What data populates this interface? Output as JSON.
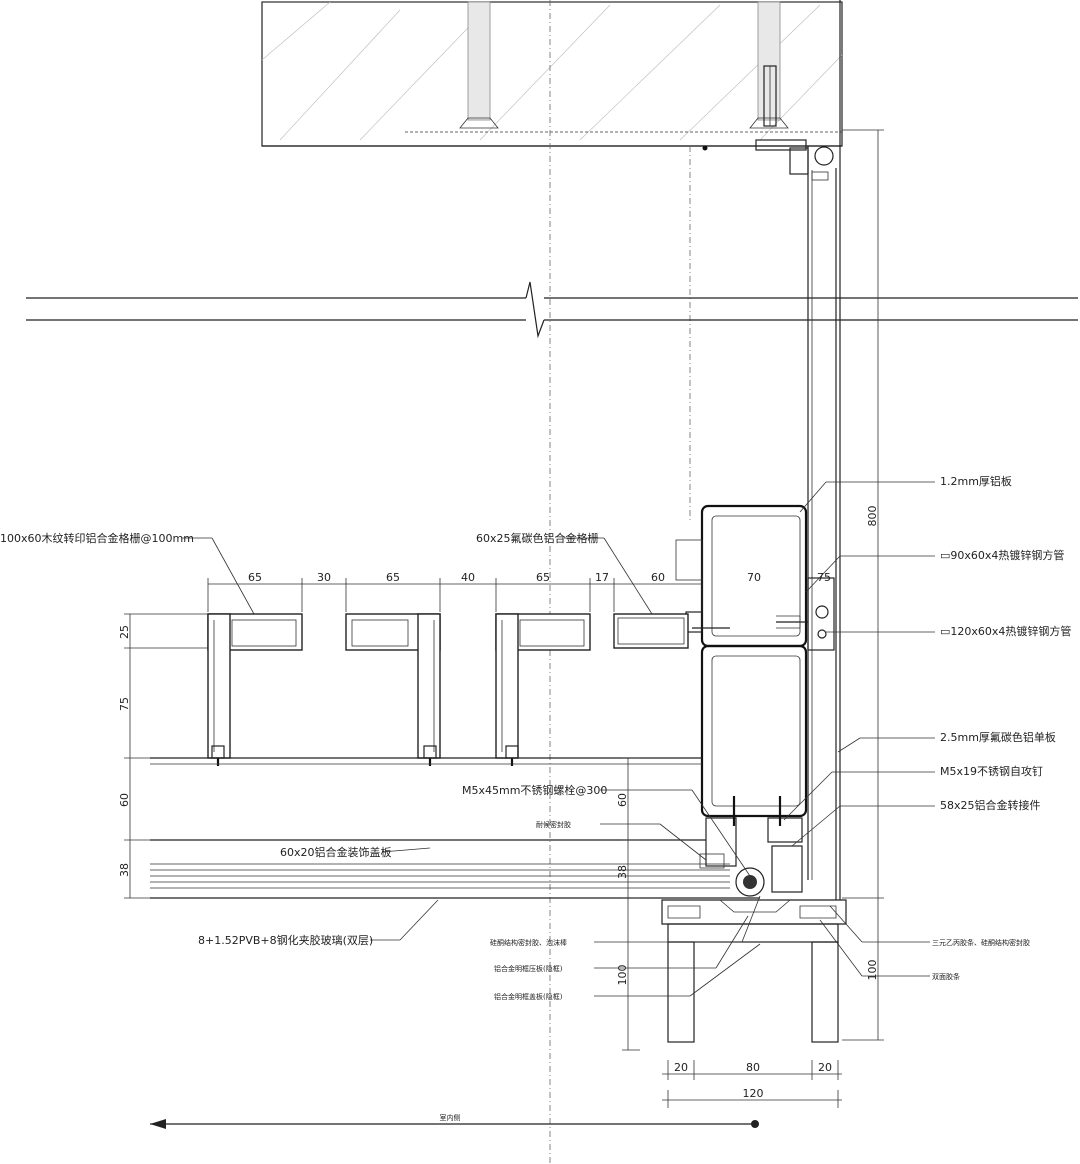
{
  "labels": {
    "sheet_1_2": "1.2mm厚铝板",
    "tube_90": "▭90x60x4热镀锌钢方管",
    "tube_120": "▭120x60x4热镀锌钢方管",
    "sheet_2_5": "2.5mm厚氟碳色铝单板",
    "screw_m5x19": "M5x19不锈钢自攻钉",
    "profile_58x25": "58x25铝合金转接件",
    "louver_100x60": "100x60木纹转印铝合金格栅@100mm",
    "profile_60x25": "60x25氟碳色铝合金格栅",
    "bolt_m5x45": "M5x45mm不锈钢螺栓@300",
    "sealant": "耐候密封胶",
    "profile_60x20": "60x20铝合金装饰盖板",
    "glass": "8+1.52PVB+8钢化夹胶玻璃(双层)",
    "gasket": "硅酮结构密封胶、泡沫棒",
    "pressure_plate": "铝合金明框压板(隐框)",
    "cover_plate": "铝合金明框盖板(隐框)",
    "epdm": "三元乙丙胶条、硅酮结构密封胶",
    "spacer": "双面胶条",
    "bottom_arrow": "室内侧"
  },
  "dims": {
    "top": [
      "65",
      "30",
      "65",
      "40",
      "65",
      "17",
      "60"
    ],
    "d70": "70",
    "d75": "75",
    "d800": "800",
    "left": [
      "25",
      "75",
      "60",
      "38"
    ],
    "mid60": "60",
    "mid38": "38",
    "d100_left": "100",
    "d100_right": "100",
    "bottom": [
      "20",
      "80",
      "20"
    ],
    "total": "120"
  }
}
